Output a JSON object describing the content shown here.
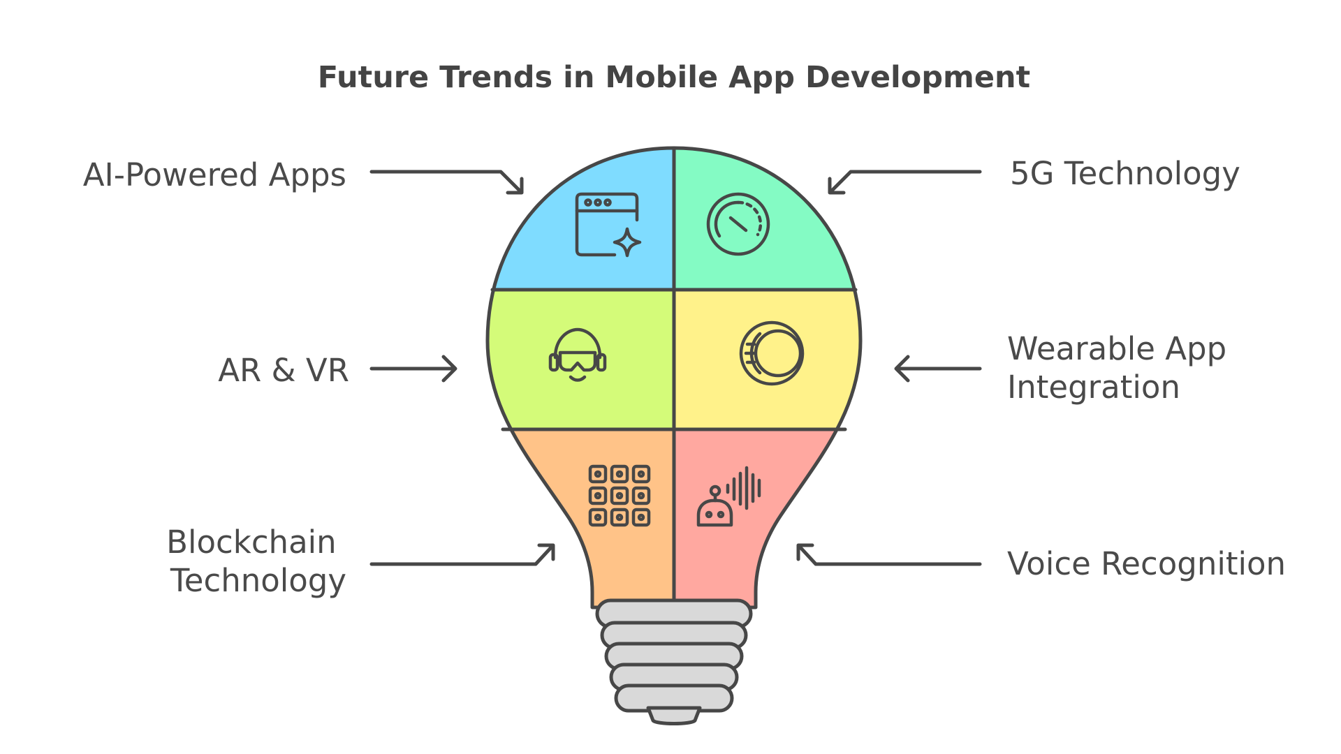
{
  "title": "Future Trends in Mobile App Development",
  "trends": [
    {
      "label_lines": [
        "AI-Powered Apps"
      ],
      "color": "#7fdcff",
      "icon": "ai-app-window-icon"
    },
    {
      "label_lines": [
        "5G Technology"
      ],
      "color": "#84fbc4",
      "icon": "speed-gauge-icon"
    },
    {
      "label_lines": [
        "AR & VR"
      ],
      "color": "#d4fb79",
      "icon": "vr-headset-icon"
    },
    {
      "label_lines": [
        "Wearable App",
        "Integration"
      ],
      "color": "#fff28a",
      "icon": "smart-ring-icon"
    },
    {
      "label_lines": [
        "Blockchain",
        "Technology"
      ],
      "color": "#ffc388",
      "icon": "blockchain-grid-icon"
    },
    {
      "label_lines": [
        "Voice Recognition"
      ],
      "color": "#ffa8a0",
      "icon": "voice-robot-icon"
    }
  ],
  "colors": {
    "outline": "#474747",
    "bulb_base": "#d9d9d9"
  }
}
